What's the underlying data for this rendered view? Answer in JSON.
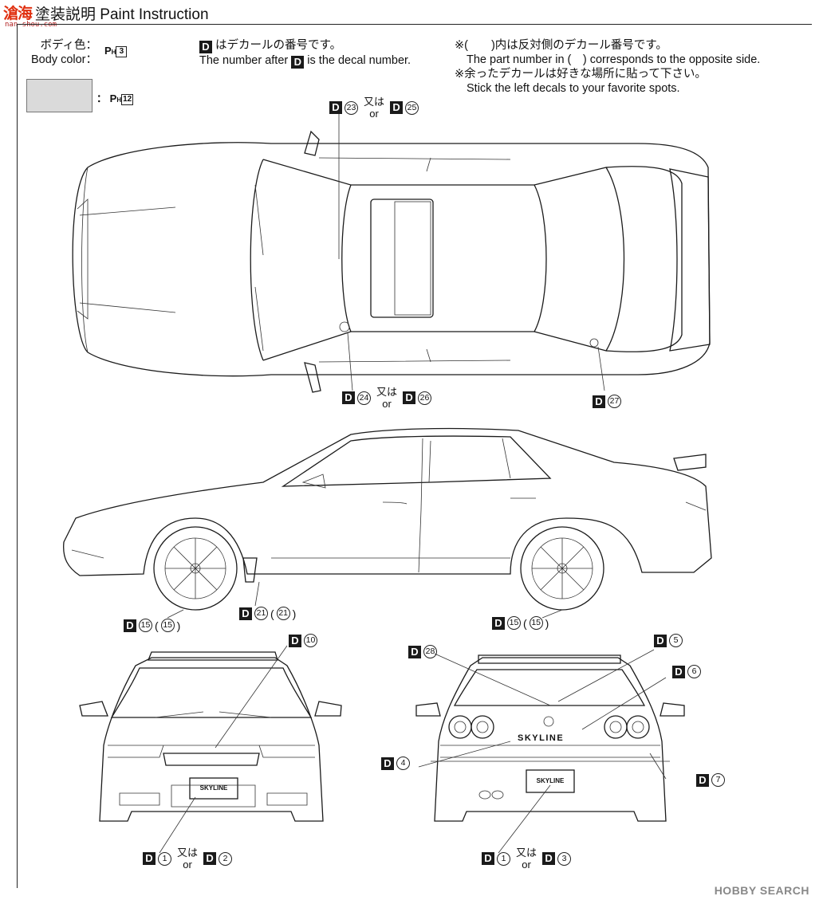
{
  "header": {
    "logo": "滄海",
    "logo_sub": "nan-shou.com",
    "title_jp": "塗装説明",
    "title_en": "Paint Instruction"
  },
  "body_color": {
    "label_jp": "ボディ色：",
    "label_en": "Body color：",
    "code_prefix": "P",
    "code_sub": "H",
    "code_num": "3"
  },
  "swatch": {
    "color": "#dadada",
    "colon": "：",
    "code_prefix": "P",
    "code_sub": "H",
    "code_num": "12"
  },
  "decal_note": {
    "marker": "D",
    "line1_jp": "はデカールの番号です。",
    "line2_pre": "The number after",
    "line2_post": "is the decal number."
  },
  "notes": {
    "n1_jp": "※(　　)内は反対側のデカール番号です。",
    "n1_en": "The part number in (　) corresponds to the opposite side.",
    "n2_jp": "※余ったデカールは好きな場所に貼って下さい。",
    "n2_en": "Stick the left decals to your favorite spots."
  },
  "callouts": {
    "top_upper": {
      "a": "23",
      "b": "25"
    },
    "top_lower": {
      "a": "24",
      "b": "26"
    },
    "top_rear": {
      "a": "27"
    },
    "side_front_wheel": {
      "a": "15",
      "b": "15"
    },
    "side_fender": {
      "a": "21",
      "b": "21"
    },
    "side_rear_wheel": {
      "a": "15",
      "b": "15"
    },
    "front_hood": {
      "a": "10"
    },
    "front_plate": {
      "a": "1",
      "b": "2"
    },
    "rear_top_left": {
      "a": "28"
    },
    "rear_top_right": {
      "a": "5"
    },
    "rear_right": {
      "a": "6"
    },
    "rear_left": {
      "a": "4"
    },
    "rear_lower_right": {
      "a": "7"
    },
    "rear_plate": {
      "a": "1",
      "b": "3"
    }
  },
  "or_jp": "又は",
  "or_en": "or",
  "plate_text": "SKYLINE",
  "rear_badge": "SKYLINE",
  "watermark": "HOBBY SEARCH",
  "colors": {
    "ink": "#1b1b1b",
    "accent": "#e03010",
    "swatch": "#dadada"
  }
}
